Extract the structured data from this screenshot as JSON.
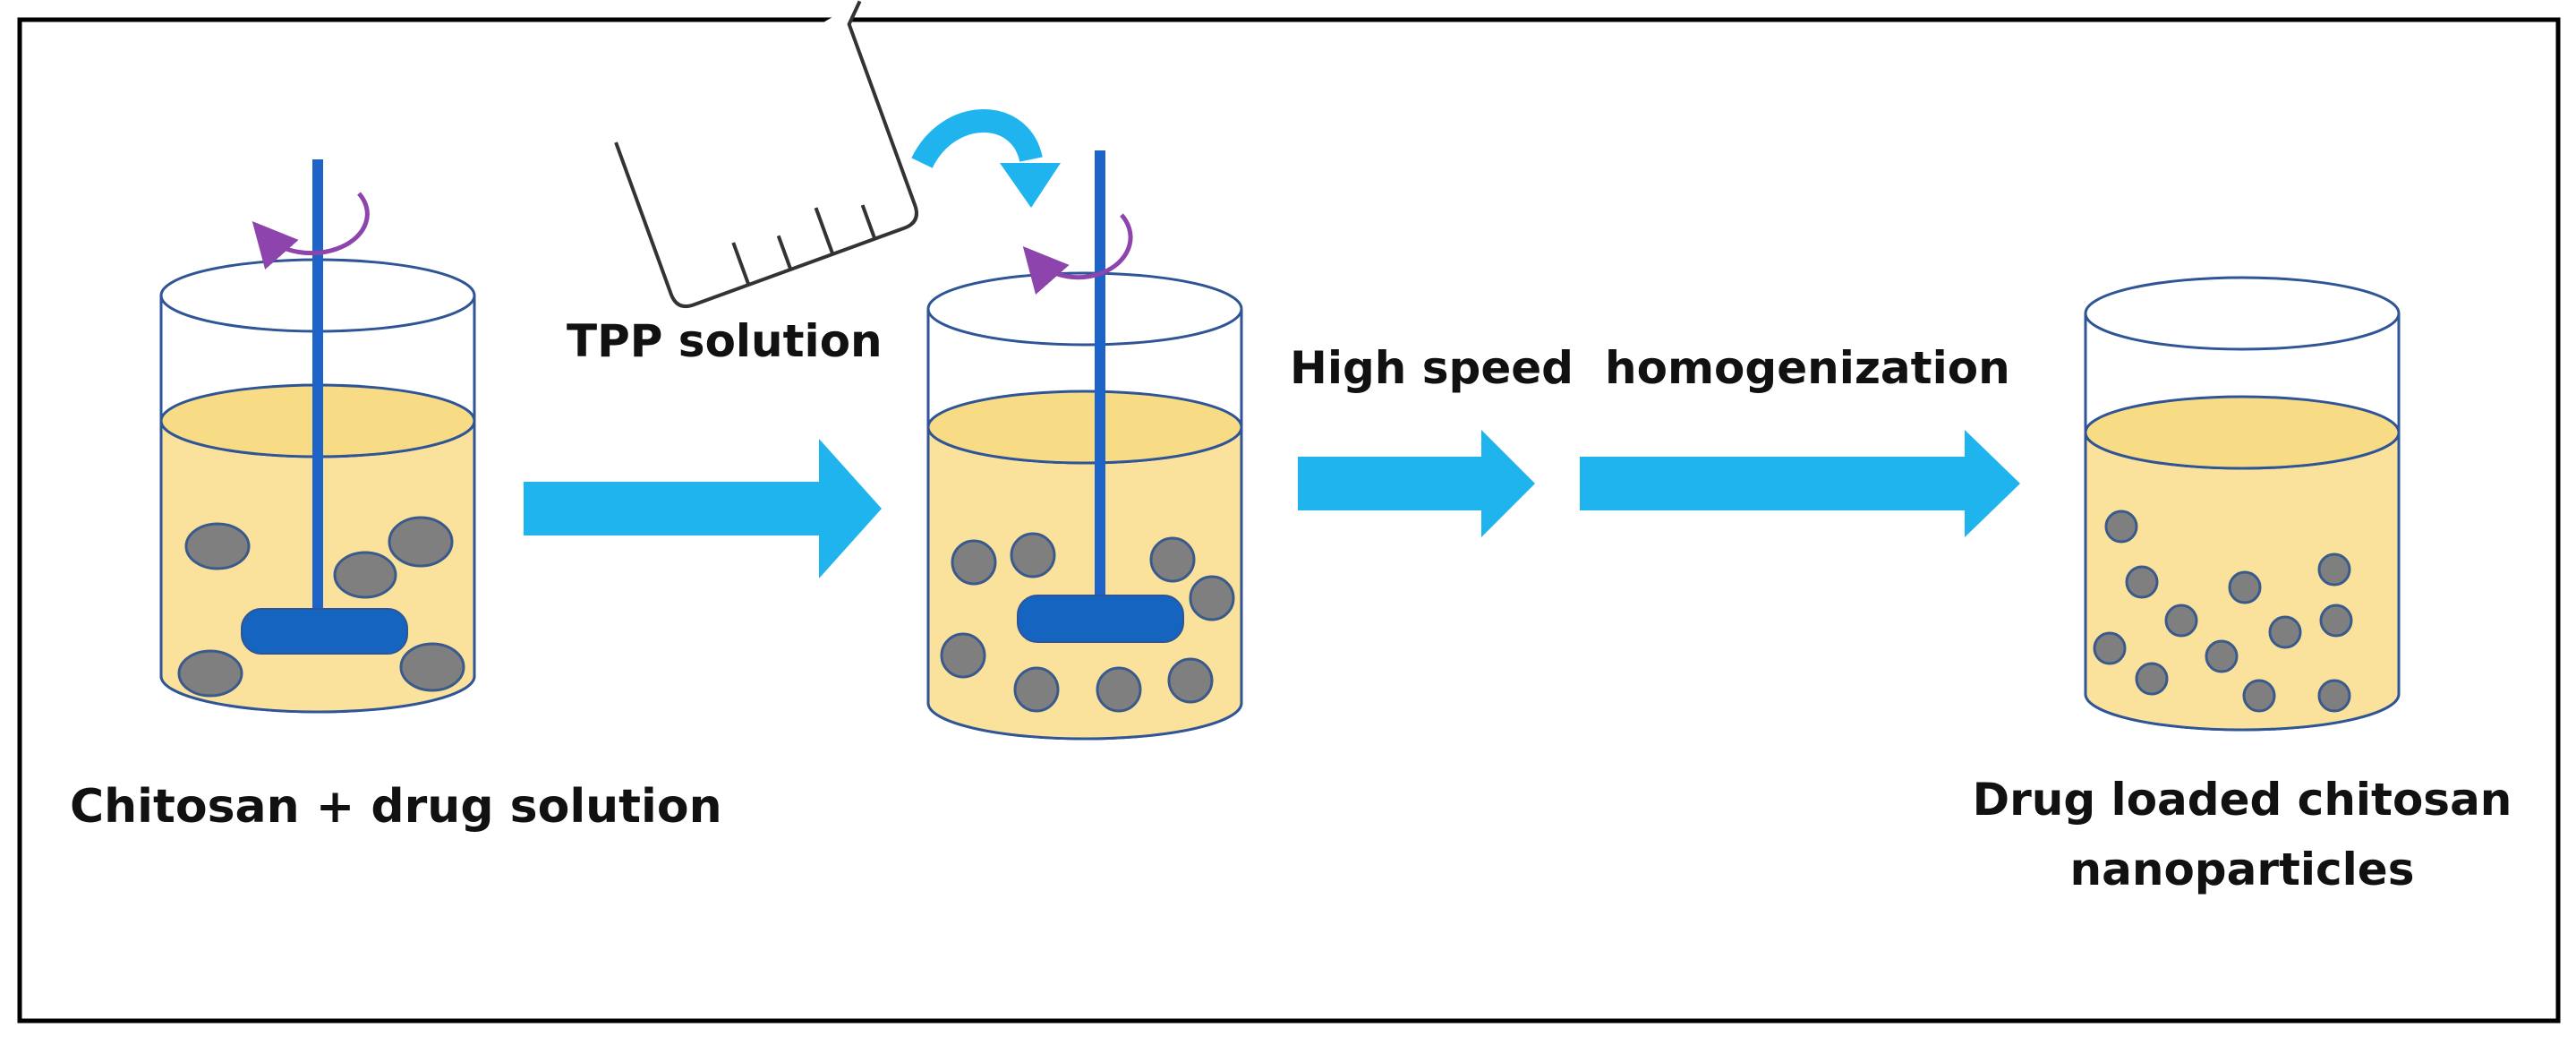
{
  "labels": {
    "beaker1": "Chitosan + drug solution",
    "tpp": "TPP solution",
    "high_speed": "High speed",
    "homogenization": "homogenization",
    "product_line1": "Drug loaded chitosan",
    "product_line2": "nanoparticles"
  },
  "colors": {
    "liquid": "#FBE29C",
    "liquid_top": "#F8DC85",
    "beaker_outline": "#2F5597",
    "stirrer": "#1E63C8",
    "paddle": "#1565C0",
    "particle": "#7F7F7F",
    "particle_outline": "#3A5A8C",
    "arrow": "#1FB4EE",
    "rotation": "#8E44AD",
    "frame": "#000000"
  },
  "icons": {
    "stirrer": "stirrer-rod-icon",
    "rotation": "rotation-arrow-icon",
    "pour_arrow": "curved-arrow-icon",
    "measuring_beaker": "measuring-beaker-icon"
  }
}
